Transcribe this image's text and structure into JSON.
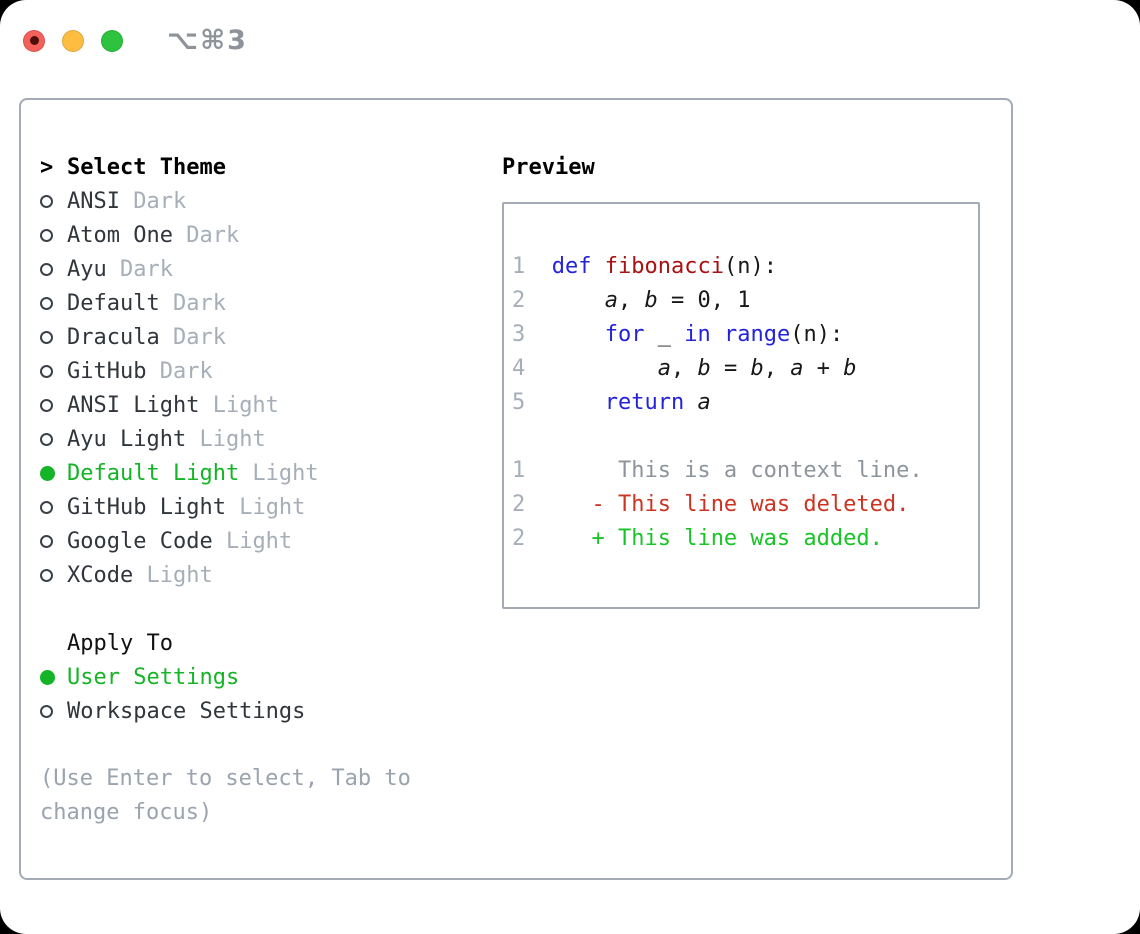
{
  "titlebar": {
    "shortcut_label": "⌥⌘3",
    "traffic_lights": [
      "close-button",
      "minimize-button",
      "zoom-button"
    ]
  },
  "colors": {
    "accent_green": "#15b427",
    "keyword_blue": "#2323d8",
    "function_red": "#aa1111",
    "diff_red": "#cc3322",
    "diff_green": "#19c426",
    "muted_gray": "#a6aeb8",
    "border_gray": "#a4abb4"
  },
  "theme_picker": {
    "prompt": ">",
    "title": "Select Theme",
    "items": [
      {
        "name": "ANSI",
        "variant": "Dark",
        "selected": false
      },
      {
        "name": "Atom One",
        "variant": "Dark",
        "selected": false
      },
      {
        "name": "Ayu",
        "variant": "Dark",
        "selected": false
      },
      {
        "name": "Default",
        "variant": "Dark",
        "selected": false
      },
      {
        "name": "Dracula",
        "variant": "Dark",
        "selected": false
      },
      {
        "name": "GitHub",
        "variant": "Dark",
        "selected": false
      },
      {
        "name": "ANSI Light",
        "variant": "Light",
        "selected": false
      },
      {
        "name": "Ayu Light",
        "variant": "Light",
        "selected": false
      },
      {
        "name": "Default Light",
        "variant": "Light",
        "selected": true
      },
      {
        "name": "GitHub Light",
        "variant": "Light",
        "selected": false
      },
      {
        "name": "Google Code",
        "variant": "Light",
        "selected": false
      },
      {
        "name": "XCode",
        "variant": "Light",
        "selected": false
      }
    ]
  },
  "apply_to": {
    "title": "Apply To",
    "items": [
      {
        "name": "User Settings",
        "selected": true
      },
      {
        "name": "Workspace Settings",
        "selected": false
      }
    ]
  },
  "help_lines": [
    "(Use Enter to select, Tab to",
    "change focus)"
  ],
  "preview": {
    "title": "Preview",
    "lines": [
      [],
      [
        [
          "num",
          "1  "
        ],
        [
          "kw",
          "def "
        ],
        [
          "fn",
          "fibonacci"
        ],
        [
          "pl",
          "(n):"
        ]
      ],
      [
        [
          "num",
          "2  "
        ],
        [
          "pl",
          "    "
        ],
        [
          "var",
          "a"
        ],
        [
          "pl",
          ", "
        ],
        [
          "var",
          "b"
        ],
        [
          "pl",
          " = 0, 1"
        ]
      ],
      [
        [
          "num",
          "3  "
        ],
        [
          "pl",
          "    "
        ],
        [
          "kw",
          "for"
        ],
        [
          "pl",
          " _ "
        ],
        [
          "kw",
          "in"
        ],
        [
          "pl",
          " "
        ],
        [
          "kw",
          "range"
        ],
        [
          "pl",
          "(n):"
        ]
      ],
      [
        [
          "num",
          "4  "
        ],
        [
          "pl",
          "        "
        ],
        [
          "var",
          "a"
        ],
        [
          "pl",
          ", "
        ],
        [
          "var",
          "b"
        ],
        [
          "pl",
          " = "
        ],
        [
          "var",
          "b"
        ],
        [
          "pl",
          ", "
        ],
        [
          "var",
          "a"
        ],
        [
          "pl",
          " + "
        ],
        [
          "var",
          "b"
        ]
      ],
      [
        [
          "num",
          "5  "
        ],
        [
          "pl",
          "    "
        ],
        [
          "kw",
          "return"
        ],
        [
          "pl",
          " "
        ],
        [
          "var",
          "a"
        ]
      ],
      [],
      [
        [
          "num",
          "1"
        ],
        [
          "ctx",
          "       This is a context line."
        ]
      ],
      [
        [
          "num",
          "2"
        ],
        [
          "pl",
          "     "
        ],
        [
          "del",
          "- This line was deleted."
        ]
      ],
      [
        [
          "num",
          "2"
        ],
        [
          "pl",
          "     "
        ],
        [
          "add",
          "+ This line was added."
        ]
      ]
    ]
  }
}
